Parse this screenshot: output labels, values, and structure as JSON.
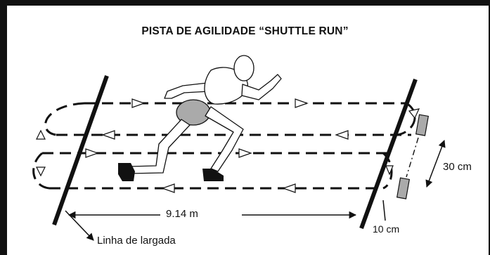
{
  "title": "PISTA DE AGILIDADE “SHUTTLE RUN”",
  "labels": {
    "distance": "9.14 m",
    "start_line": "Linha de largada",
    "gap": "10 cm",
    "block_spacing": "30 cm"
  },
  "icons": [
    "runner-figure",
    "direction-arrows",
    "wooden-blocks"
  ]
}
